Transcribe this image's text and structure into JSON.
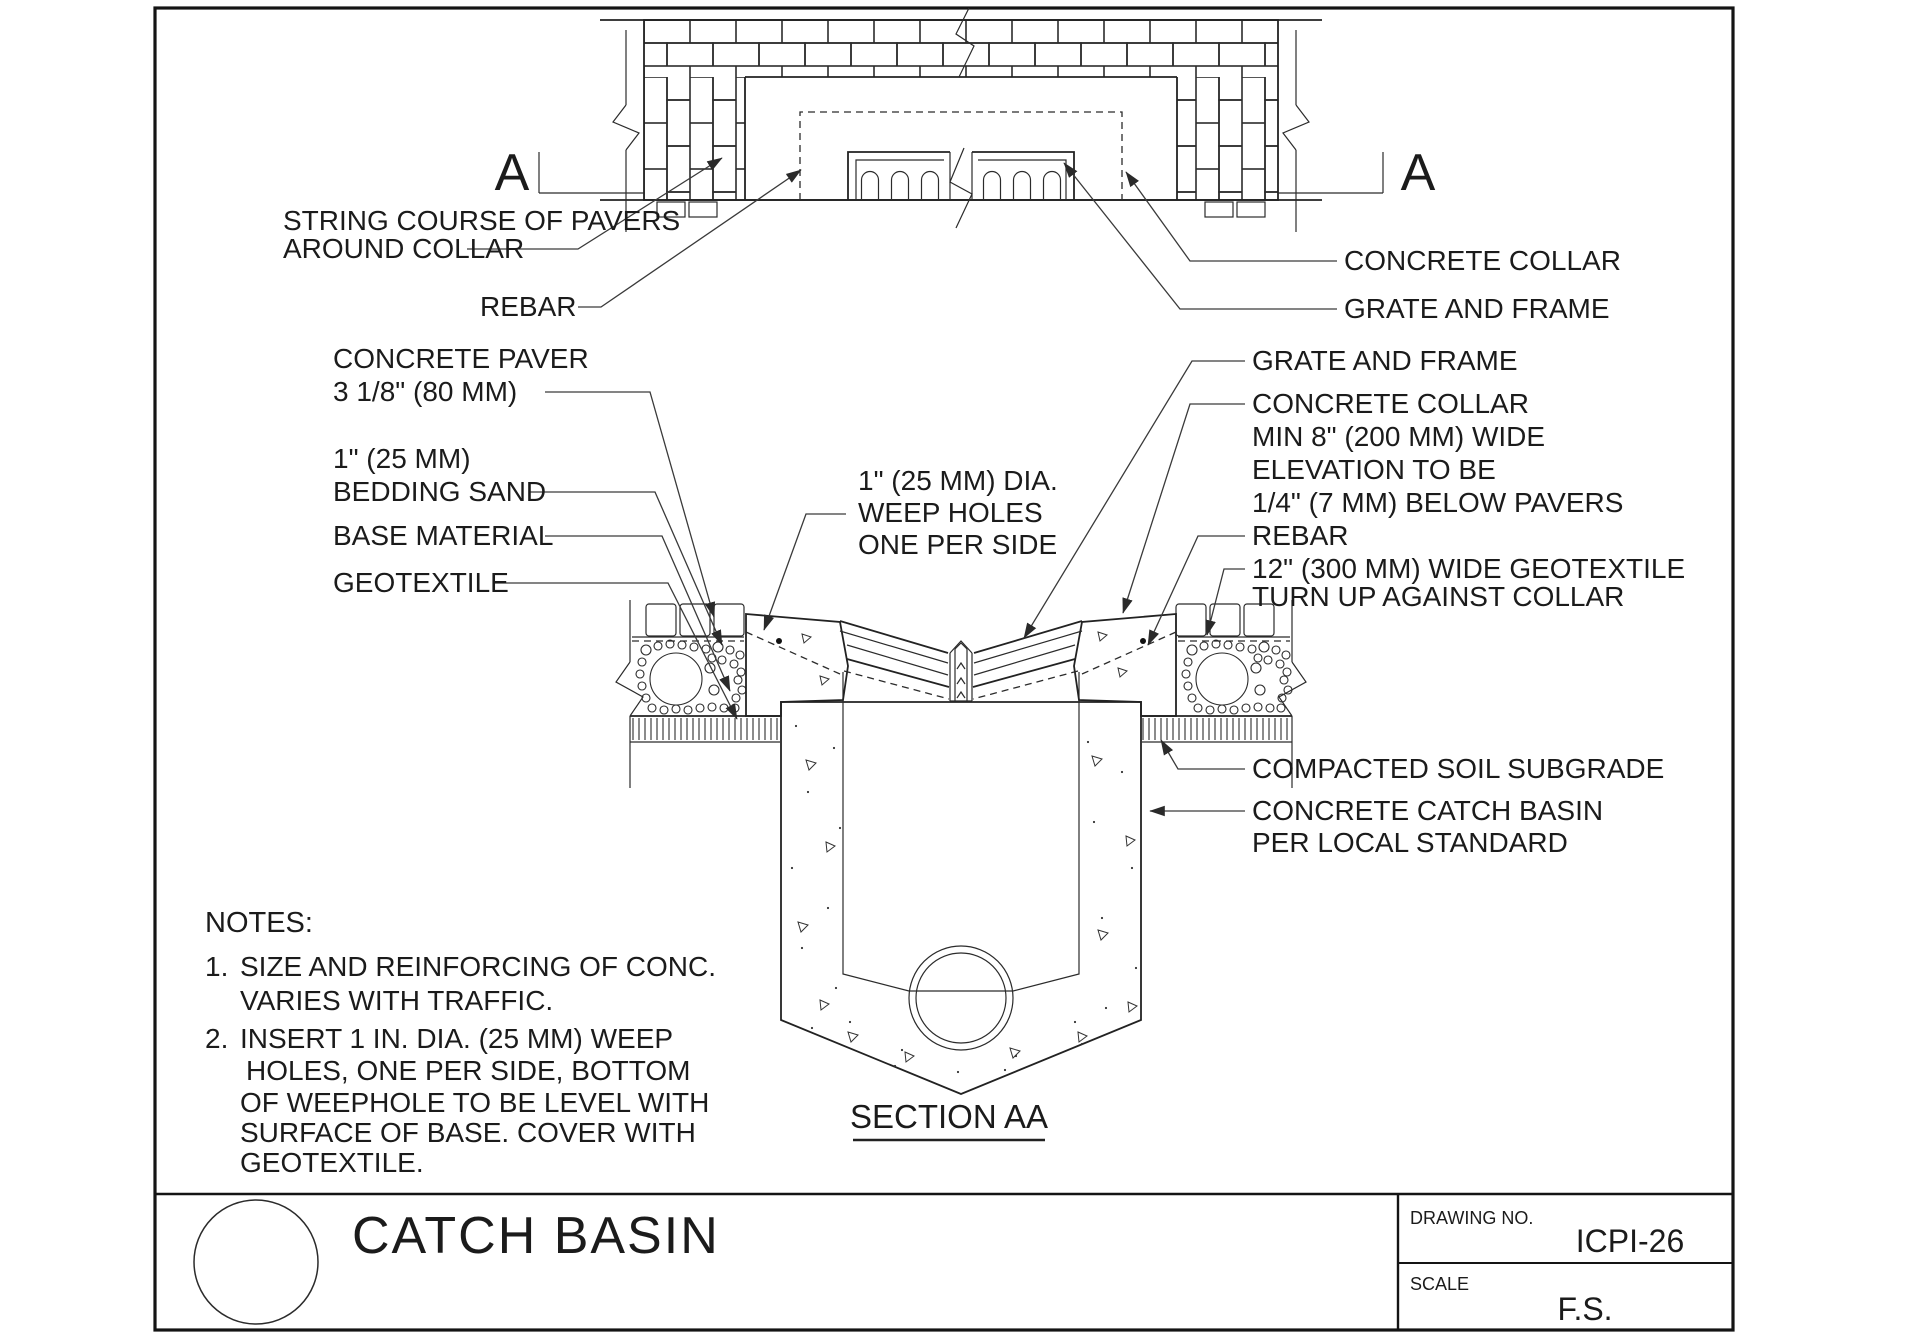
{
  "plan_view": {
    "section_marker_left": "A",
    "section_marker_right": "A",
    "labels": {
      "string_course": {
        "lines": [
          "STRING COURSE OF PAVERS",
          "AROUND COLLAR"
        ]
      },
      "rebar": "REBAR",
      "concrete_collar": "CONCRETE COLLAR",
      "grate_and_frame": "GRATE AND FRAME"
    }
  },
  "section_view": {
    "caption": "SECTION AA",
    "labels": {
      "concrete_paver": {
        "lines": [
          "CONCRETE PAVER",
          "3 1/8\" (80 MM)"
        ]
      },
      "bedding_sand": {
        "lines": [
          "1\" (25 MM)",
          "BEDDING SAND"
        ]
      },
      "base_material": "BASE MATERIAL",
      "geotextile": "GEOTEXTILE",
      "weep_holes": {
        "lines": [
          "1\" (25 MM) DIA.",
          "WEEP HOLES",
          "ONE PER SIDE"
        ]
      },
      "grate_and_frame": "GRATE AND FRAME",
      "concrete_collar": {
        "lines": [
          "CONCRETE COLLAR",
          "MIN 8\" (200 MM) WIDE",
          "ELEVATION TO BE",
          "1/4\" (7 MM) BELOW PAVERS"
        ]
      },
      "rebar": "REBAR",
      "geotextile_collar": {
        "lines": [
          "12\" (300 MM) WIDE GEOTEXTILE",
          "TURN UP AGAINST COLLAR"
        ]
      },
      "compacted_soil": "COMPACTED SOIL SUBGRADE",
      "catch_basin": {
        "lines": [
          "CONCRETE CATCH BASIN",
          "PER LOCAL STANDARD"
        ]
      }
    }
  },
  "notes": {
    "heading": "NOTES:",
    "items": [
      {
        "num": "1.",
        "lines": [
          "SIZE AND REINFORCING OF CONC.",
          "VARIES WITH TRAFFIC."
        ]
      },
      {
        "num": "2.",
        "lines": [
          "INSERT 1 IN. DIA. (25 MM) WEEP",
          "HOLES, ONE PER SIDE, BOTTOM",
          "OF WEEPHOLE TO BE LEVEL WITH",
          "SURFACE OF BASE. COVER WITH",
          "GEOTEXTILE."
        ]
      }
    ]
  },
  "title_block": {
    "title": "CATCH BASIN",
    "drawing_no_label": "DRAWING NO.",
    "drawing_no_value": "ICPI-26",
    "scale_label": "SCALE",
    "scale_value": "F.S."
  }
}
